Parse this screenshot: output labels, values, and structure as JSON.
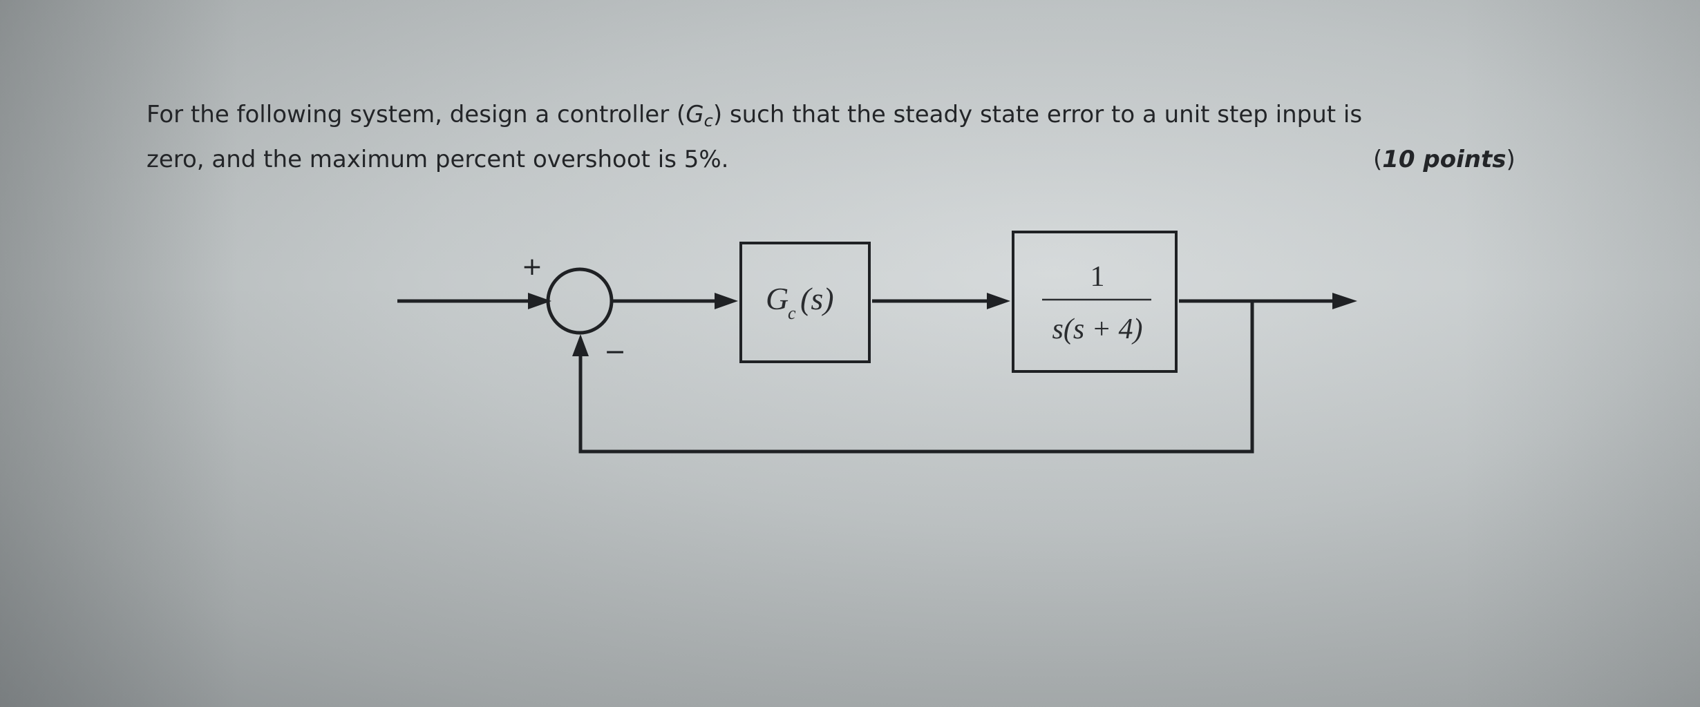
{
  "problem": {
    "line1_before": "For the following system, design a controller (",
    "gc_main": "G",
    "gc_sub": "c",
    "line1_after": ") such that the steady state error to a unit step input is",
    "line2": "zero, and the maximum percent overshoot is 5%.",
    "points_open": "(",
    "points_bold": "10 points",
    "points_close": ")"
  },
  "diagram": {
    "plus_sign": "+",
    "minus_sign": "−",
    "controller_main": "G",
    "controller_sub": "c",
    "controller_arg": "(s)",
    "plant_numerator": "1",
    "plant_denominator": "s(s + 4)"
  }
}
